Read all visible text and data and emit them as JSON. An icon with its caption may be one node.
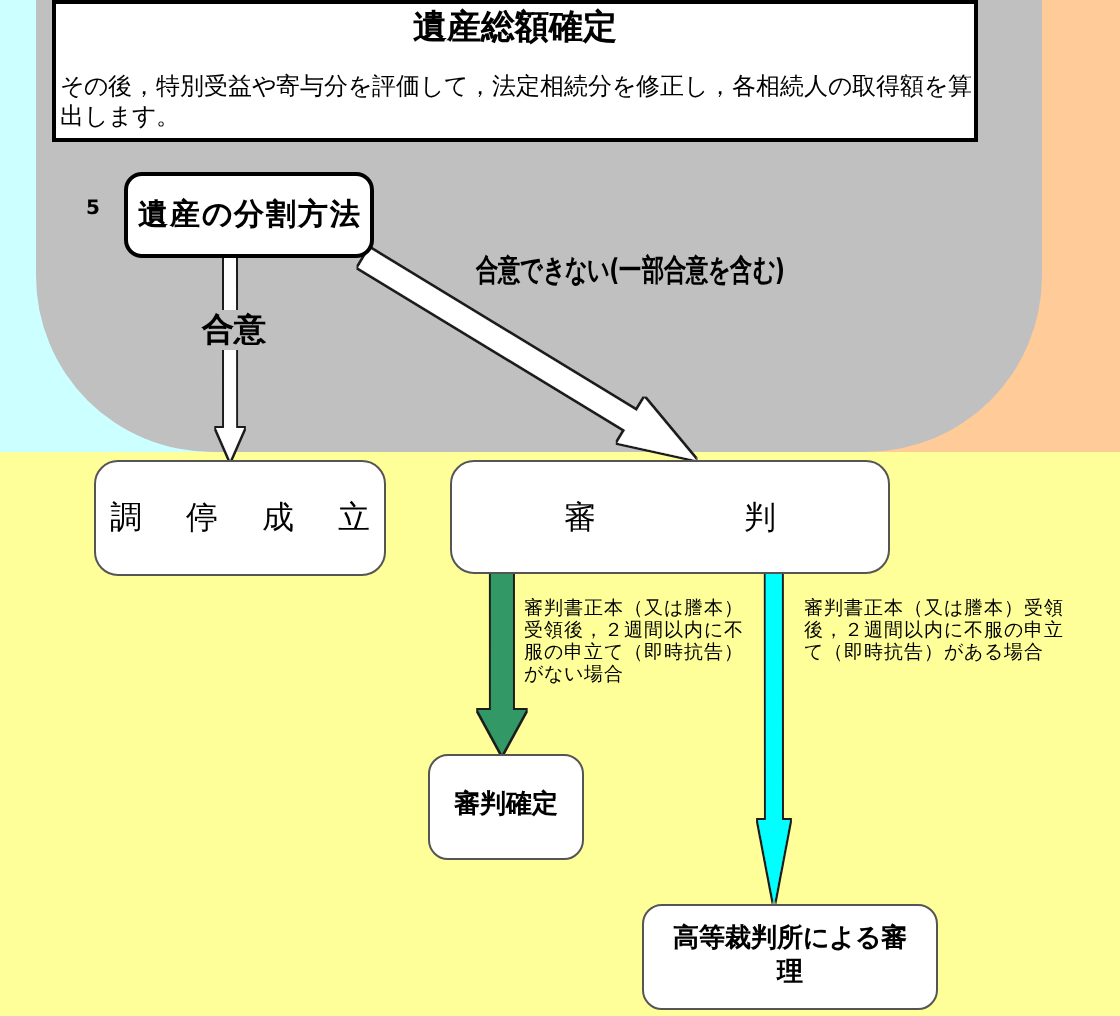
{
  "diagram": {
    "nodes": [
      {
        "text": [
          "遺産総額確定",
          "その後，特別受益や寄与分を評価して，法定相続分を修正し，各相続人の取得額を算出します。"
        ]
      },
      {
        "text": [
          "遺産の分割方法"
        ],
        "beside": [
          "5"
        ]
      },
      {
        "text": [
          "調停成立"
        ]
      },
      {
        "text": [
          "審判"
        ]
      },
      {
        "text": [
          "審判確定"
        ]
      },
      {
        "text": [
          "高等裁判所による審理"
        ]
      }
    ],
    "edges": [
      {
        "from": 1,
        "to": 2,
        "arrow": "to",
        "label": "合意"
      },
      {
        "from": 1,
        "to": 3,
        "arrow": "to",
        "label": "合意できない(一部合意を含む)"
      },
      {
        "from": 3,
        "to": 4,
        "arrow": "to",
        "label": "審判書正本（又は謄本）受領後，２週間以内に不服の申立て（即時抗告）がない場合",
        "color": "#339966"
      },
      {
        "from": 3,
        "to": 5,
        "arrow": "to",
        "label": "審判書正本（又は謄本）受領後，２週間以内に不服の申立て（即時抗告）がある場合",
        "color": "#00ffff"
      }
    ]
  }
}
